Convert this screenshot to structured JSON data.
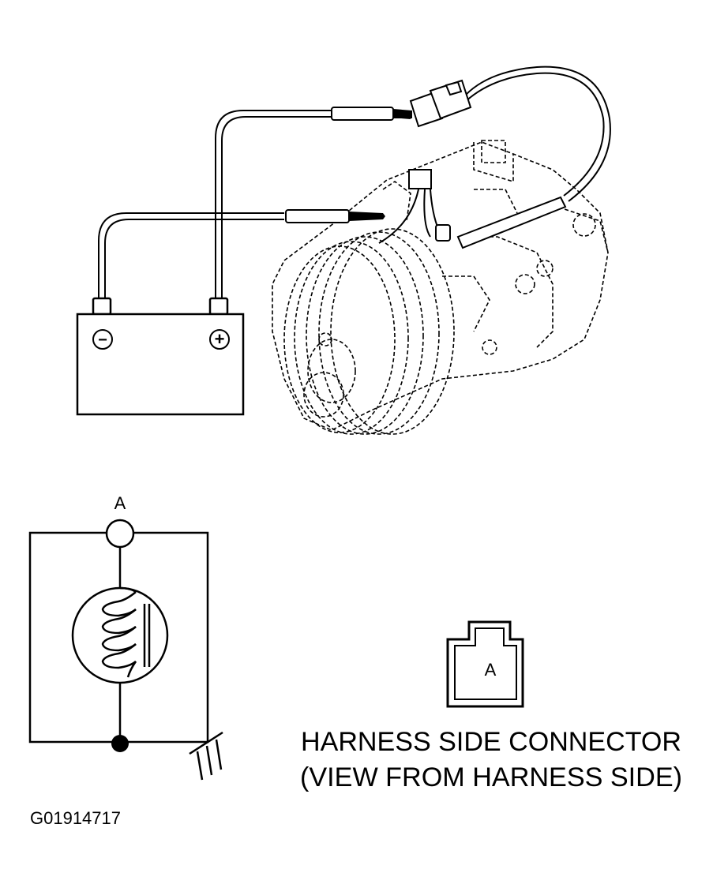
{
  "battery": {
    "negative_symbol": "−",
    "positive_symbol": "+"
  },
  "schematic": {
    "terminal_label": "A"
  },
  "connector": {
    "pin_label": "A",
    "caption_line1": "HARNESS SIDE CONNECTOR",
    "caption_line2": "(VIEW FROM HARNESS SIDE)"
  },
  "figure_id": "G01914717"
}
